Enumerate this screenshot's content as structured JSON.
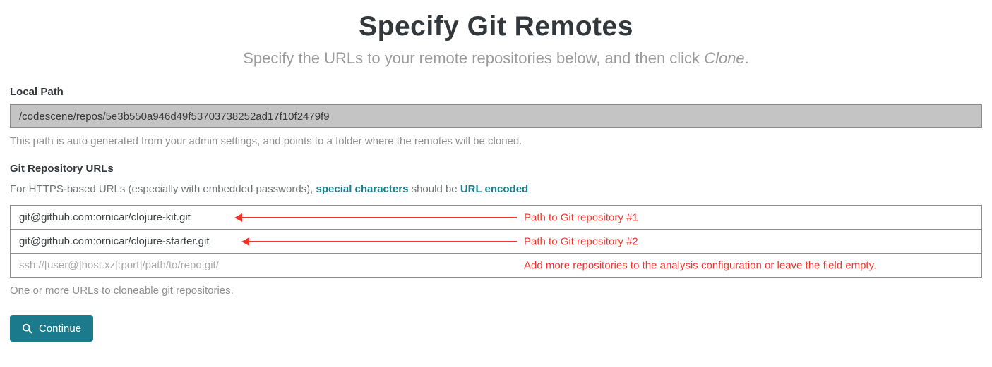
{
  "page": {
    "title": "Specify Git Remotes",
    "subtitle_prefix": "Specify the URLs to your remote repositories below, and then click ",
    "subtitle_italic": "Clone",
    "subtitle_suffix": "."
  },
  "local_path": {
    "label": "Local Path",
    "value": "/codescene/repos/5e3b550a946d49f53703738252ad17f10f2479f9",
    "help": "This path is auto generated from your admin settings, and points to a folder where the remotes will be cloned."
  },
  "git_urls": {
    "label": "Git Repository URLs",
    "note_prefix": "For HTTPS-based URLs (especially with embedded passwords), ",
    "note_link_special": "special characters",
    "note_middle": " should be ",
    "note_link_encoded": "URL encoded",
    "inputs": [
      {
        "value": "git@github.com:ornicar/clojure-kit.git"
      },
      {
        "value": "git@github.com:ornicar/clojure-starter.git"
      },
      {
        "placeholder": "ssh://[user@]host.xz[:port]/path/to/repo.git/"
      }
    ],
    "help": "One or more URLs to cloneable git repositories."
  },
  "annotations": [
    {
      "text": "Path to Git repository #1"
    },
    {
      "text": "Path to Git repository #2"
    },
    {
      "text": "Add more repositories to the analysis configuration or leave the field empty."
    }
  ],
  "actions": {
    "continue_label": "Continue",
    "continue_icon": "magnifier-icon"
  },
  "colors": {
    "teal": "#1b7b8c",
    "annotation_red": "#ee352b",
    "disabled_input_bg": "#c4c4c4"
  }
}
